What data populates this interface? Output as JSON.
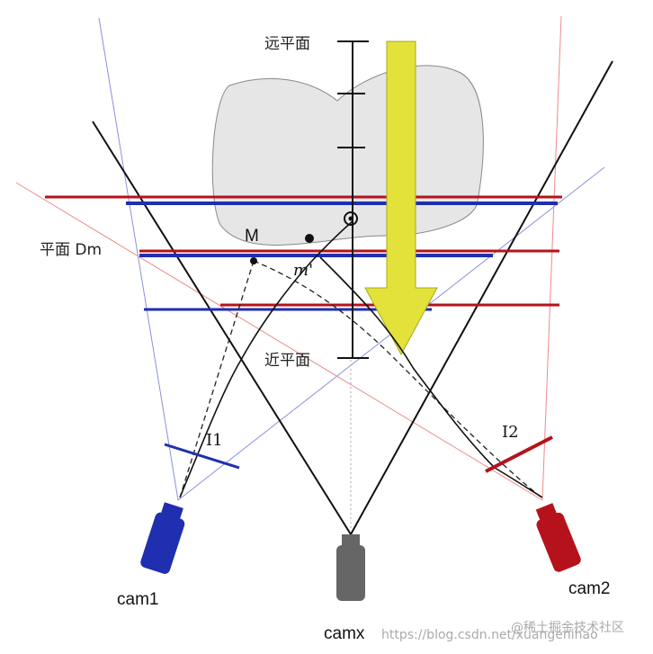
{
  "labels": {
    "far_plane": "远平面",
    "near_plane": "近平面",
    "plane_dm": "平面 Dm",
    "point_m": "M",
    "point_m_prime": "m'",
    "image1": "I1",
    "image2": "I2",
    "cam1": "cam1",
    "cam2": "cam2",
    "camx": "camx"
  },
  "watermark": {
    "url": "https://blog.csdn.net/xuangenihao",
    "site": "@稀土掘金技术社区"
  },
  "colors": {
    "blue": "#1f2fb0",
    "red": "#b5121b",
    "light_blue": "#8a8fe0",
    "light_red": "#ee8a8a",
    "object_fill": "#e6e6e6",
    "arrow_fill": "#e2e23a",
    "camx_gray": "#666666"
  }
}
